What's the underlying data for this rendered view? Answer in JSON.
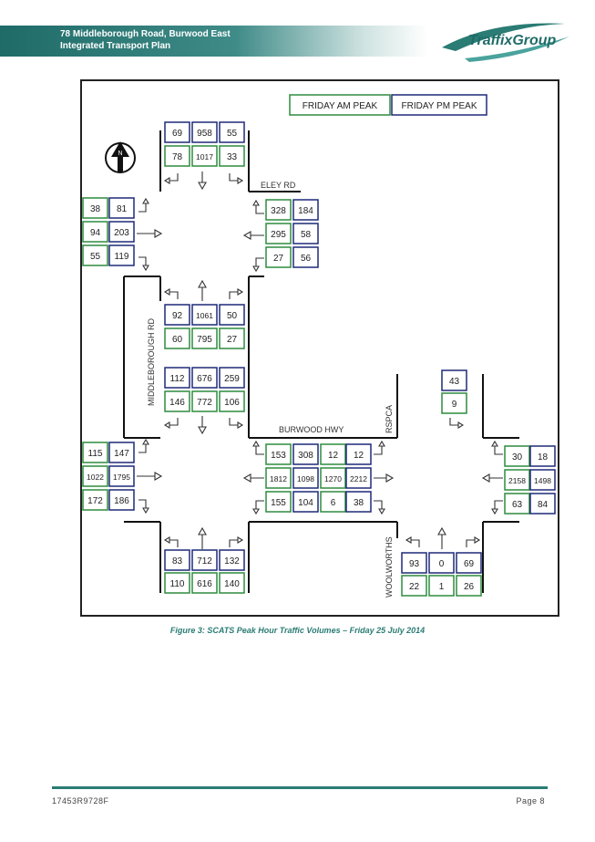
{
  "header": {
    "line1": "78 Middleborough Road, Burwood East",
    "line2": "Integrated Transport Plan"
  },
  "logo": {
    "text": "TraffixGroup"
  },
  "legend": {
    "am": "FRIDAY AM PEAK",
    "pm": "FRIDAY PM PEAK"
  },
  "colors": {
    "am": "#2e8b3e",
    "pm": "#1f2a78",
    "teal": "#2a7c74"
  },
  "north_label": "N",
  "roads": {
    "eley": "ELEY RD",
    "middleborough": "MIDDLEBOROUGH RD",
    "burwood": "BURWOOD HWY",
    "rspca": "RSPCA",
    "woolworths": "WOOLWORTHS"
  },
  "volumes": {
    "north_top": {
      "pm": [
        "69",
        "958",
        "55"
      ],
      "am": [
        "78",
        "1017",
        "33"
      ]
    },
    "west_top": {
      "am": [
        "38",
        "94",
        "55"
      ],
      "pm": [
        "81",
        "203",
        "119"
      ]
    },
    "east_top": {
      "am": [
        "328",
        "295",
        "27"
      ],
      "pm": [
        "184",
        "58",
        "56"
      ]
    },
    "mid_upper": {
      "pm": [
        "92",
        "1061",
        "50"
      ],
      "am": [
        "60",
        "795",
        "27"
      ]
    },
    "mid_lower": {
      "pm": [
        "112",
        "676",
        "259"
      ],
      "am": [
        "146",
        "772",
        "106"
      ]
    },
    "west_bottom": {
      "am": [
        "115",
        "1022",
        "172"
      ],
      "pm": [
        "147",
        "1795",
        "186"
      ]
    },
    "east_bottom_a": {
      "am": [
        "153",
        "1812",
        "155"
      ],
      "pm": [
        "308",
        "1098",
        "104"
      ]
    },
    "east_bottom_b": {
      "am": [
        "12",
        "1270",
        "6"
      ],
      "pm": [
        "12",
        "2212",
        "38"
      ]
    },
    "south": {
      "pm": [
        "83",
        "712",
        "132"
      ],
      "am": [
        "110",
        "616",
        "140"
      ]
    },
    "rspca": {
      "pm": "43",
      "am": "9"
    },
    "far_east": {
      "am": [
        "30",
        "2158",
        "63"
      ],
      "pm": [
        "18",
        "1498",
        "84"
      ]
    },
    "woolworths": {
      "pm": [
        "93",
        "0",
        "69"
      ],
      "am": [
        "22",
        "1",
        "26"
      ]
    }
  },
  "caption": "Figure 3: SCATS Peak Hour Traffic Volumes – Friday 25 July 2014",
  "footer": {
    "doc": "17453R9728F",
    "page": "Page 8"
  }
}
